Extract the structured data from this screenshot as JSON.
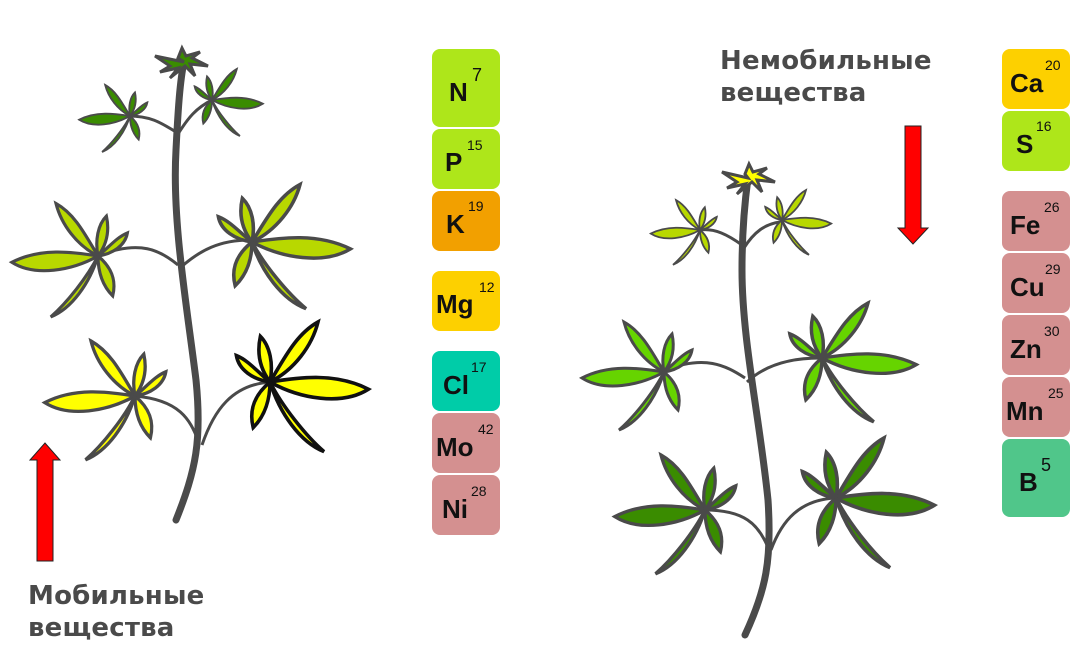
{
  "labels": {
    "mobile_line1": "Мобильные",
    "mobile_line2": "вещества",
    "immobile_line1": "Немобильные",
    "immobile_line2": "вещества"
  },
  "colors": {
    "stem": "#4a4a4a",
    "arrow": "#ff0000",
    "leaf_dark_green": "#3a8c00",
    "leaf_yellow_green": "#b8d800",
    "leaf_yellow": "#ffff00",
    "leaf_bright_green": "#66d400",
    "tile_lime": "#aee61a",
    "tile_orange": "#f2a000",
    "tile_yellow": "#fdd000",
    "tile_teal": "#00cca8",
    "tile_rose": "#d49090",
    "tile_green": "#50c68a"
  },
  "mobile_elements": [
    {
      "symbol": "N",
      "number": "7",
      "color": "#aee61a"
    },
    {
      "symbol": "P",
      "number": "15",
      "color": "#aee61a"
    },
    {
      "symbol": "K",
      "number": "19",
      "color": "#f2a000"
    },
    {
      "symbol": "Mg",
      "number": "12",
      "color": "#fdd000"
    },
    {
      "symbol": "Cl",
      "number": "17",
      "color": "#00cca8"
    },
    {
      "symbol": "Mo",
      "number": "42",
      "color": "#d49090"
    },
    {
      "symbol": "Ni",
      "number": "28",
      "color": "#d49090"
    }
  ],
  "immobile_elements": [
    {
      "symbol": "Ca",
      "number": "20",
      "color": "#fdd000"
    },
    {
      "symbol": "S",
      "number": "16",
      "color": "#aee61a"
    },
    {
      "symbol": "Fe",
      "number": "26",
      "color": "#d49090"
    },
    {
      "symbol": "Cu",
      "number": "29",
      "color": "#d49090"
    },
    {
      "symbol": "Zn",
      "number": "30",
      "color": "#d49090"
    },
    {
      "symbol": "Mn",
      "number": "25",
      "color": "#d49090"
    },
    {
      "symbol": "B",
      "number": "5",
      "color": "#50c68a"
    }
  ],
  "arrows": {
    "mobile_direction": "up",
    "immobile_direction": "down"
  }
}
